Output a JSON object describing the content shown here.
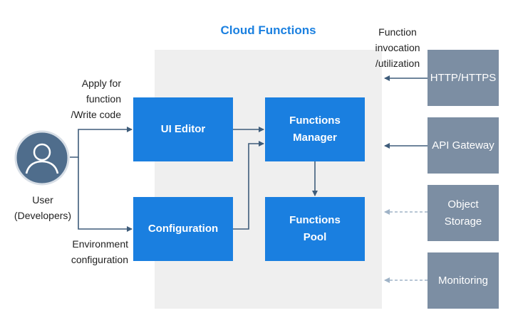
{
  "diagram": {
    "region_title": "Cloud Functions",
    "nodes": {
      "ui_editor": "UI Editor",
      "configuration": "Configuration",
      "functions_manager": "Functions\nManager",
      "functions_pool": "Functions\nPool",
      "http": "HTTP/HTTPS",
      "api_gateway": "API Gateway",
      "object_storage": "Object\nStorage",
      "monitoring": "Monitoring"
    },
    "labels": {
      "user": "User\n(Developers)",
      "apply": "Apply for\nfunction\n/Write code",
      "environment": "Environment\nconfiguration",
      "invocation": "Function\ninvocation\n/utilization"
    },
    "icons": {
      "user": "user-avatar-icon"
    },
    "colors": {
      "primary": "#1a7fe0",
      "external": "#7c8ea3",
      "region_bg": "#efefef",
      "title": "#1b80e0",
      "arrow": "#3e5c7a",
      "dashed_arrow": "#9fb3c7"
    }
  }
}
